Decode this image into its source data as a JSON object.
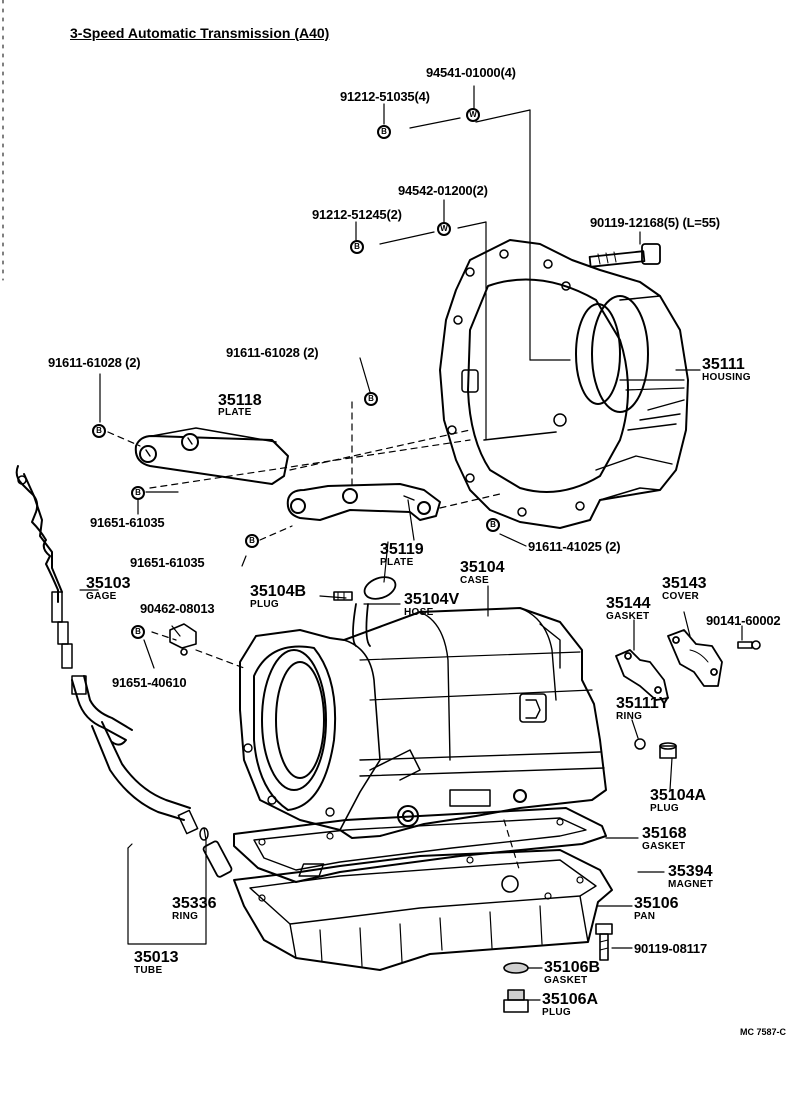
{
  "title": "3-Speed Automatic Transmission (A40)",
  "diagram_code": "MC 7587-C",
  "badges": {
    "B": "B",
    "W": "W"
  },
  "colors": {
    "ink": "#000000",
    "paper": "#ffffff",
    "shade": "#cfcfcf"
  },
  "parts": {
    "p94541": {
      "num": "94541-01000",
      "qty": "(4)"
    },
    "p91212a": {
      "num": "91212-51035",
      "qty": "(4)"
    },
    "p94542": {
      "num": "94542-01200",
      "qty": "(2)"
    },
    "p91212b": {
      "num": "91212-51245",
      "qty": "(2)"
    },
    "p90119a": {
      "num": "90119-12168",
      "qty": "(5)",
      "note": "(L=55)"
    },
    "p35111": {
      "num": "35111",
      "name": "HOUSING"
    },
    "p91611a": {
      "num": "91611-61028",
      "qty": "(2)"
    },
    "p91611b": {
      "num": "91611-61028",
      "qty": "(2)"
    },
    "p35118": {
      "num": "35118",
      "name": "PLATE"
    },
    "p91651a": {
      "num": "91651-61035"
    },
    "p91651b": {
      "num": "91651-61035"
    },
    "p35119": {
      "num": "35119",
      "name": "PLATE"
    },
    "p91611c": {
      "num": "91611-41025",
      "qty": "(2)"
    },
    "p35103": {
      "num": "35103",
      "name": "GAGE"
    },
    "p35104b": {
      "num": "35104B",
      "name": "PLUG"
    },
    "p35104": {
      "num": "35104",
      "name": "CASE"
    },
    "p35104v": {
      "num": "35104V",
      "name": "HOSE"
    },
    "p90462": {
      "num": "90462-08013"
    },
    "p91651c": {
      "num": "91651-40610"
    },
    "p35143": {
      "num": "35143",
      "name": "COVER"
    },
    "p35144": {
      "num": "35144",
      "name": "GASKET"
    },
    "p90141": {
      "num": "90141-60002"
    },
    "p35111y": {
      "num": "35111Y",
      "name": "RING"
    },
    "p35104a": {
      "num": "35104A",
      "name": "PLUG"
    },
    "p35168": {
      "num": "35168",
      "name": "GASKET"
    },
    "p35394": {
      "num": "35394",
      "name": "MAGNET"
    },
    "p35106": {
      "num": "35106",
      "name": "PAN"
    },
    "p35336": {
      "num": "35336",
      "name": "RING"
    },
    "p90119b": {
      "num": "90119-08117"
    },
    "p35013": {
      "num": "35013",
      "name": "TUBE"
    },
    "p35106b": {
      "num": "35106B",
      "name": "GASKET"
    },
    "p35106a": {
      "num": "35106A",
      "name": "PLUG"
    }
  }
}
